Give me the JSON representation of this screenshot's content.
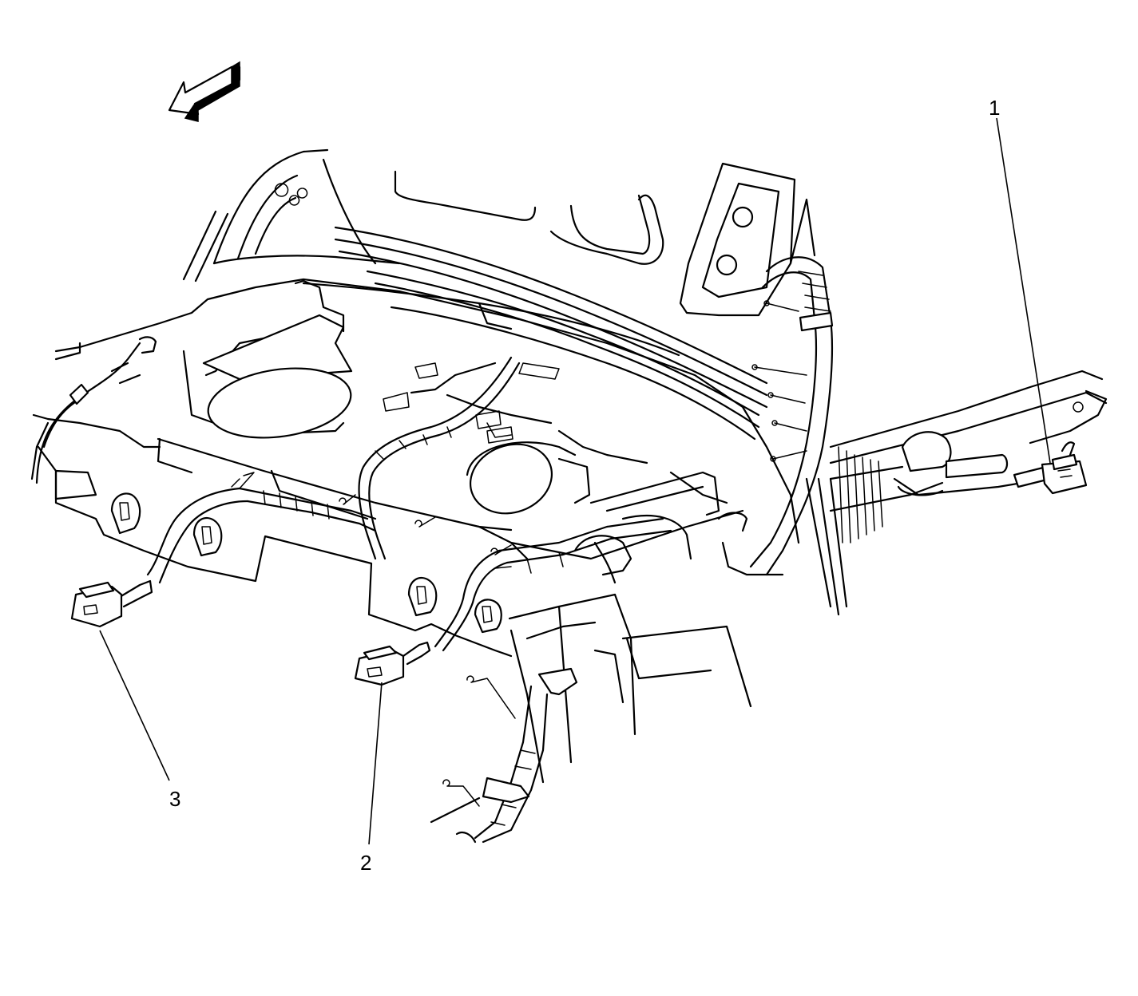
{
  "callouts": [
    {
      "id": "1",
      "label": "1"
    },
    {
      "id": "2",
      "label": "2"
    },
    {
      "id": "3",
      "label": "3"
    }
  ],
  "icons": {
    "direction_arrow": "front-direction-arrow-icon",
    "connectors": [
      "connector-1-icon",
      "connector-2-icon",
      "connector-3-icon"
    ]
  },
  "colors": {
    "line": "#000000",
    "background": "#ffffff"
  }
}
